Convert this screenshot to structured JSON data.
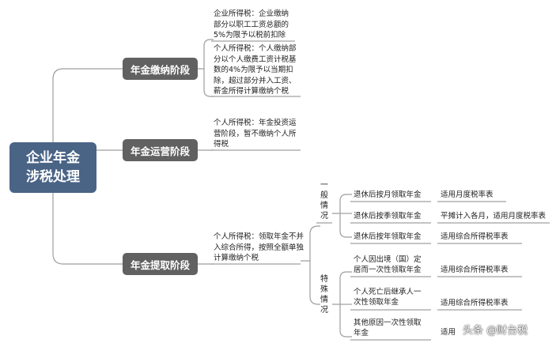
{
  "root": {
    "line1": "企业年金",
    "line2": "涉税处理"
  },
  "stages": [
    {
      "label": "年金缴纳阶段",
      "notes": [
        "企业所得税：企业缴纳\n部分以职工工资总额的\n5%为限予以税前扣除",
        "个人所得税：个人缴纳部\n分以个人缴费工资计税基\n数的4%为限予以当期扣\n除，超过部分并入工资、\n薪金所得计算缴纳个税"
      ]
    },
    {
      "label": "年金运营阶段",
      "notes": [
        "个人所得税：年金投资运\n营阶段，暂不缴纳个人所\n得税"
      ]
    },
    {
      "label": "年金提取阶段",
      "notes": [
        "个人所得税：领取年金不并\n入综合所得，按照全额单独\n计算缴纳个税"
      ]
    }
  ],
  "groups": {
    "general": {
      "label": "一般情况",
      "items": [
        {
          "case": "退休后按月领取年金",
          "tax": "适用月度税率表"
        },
        {
          "case": "退休后按季领取年金",
          "tax": "平摊计入各月，适用月度税率表"
        },
        {
          "case": "退休后按年领取年金",
          "tax": "适用综合所得税率表"
        }
      ]
    },
    "special": {
      "label": "特殊情况",
      "items": [
        {
          "case": "个人因出境（国）定\n居而一次性领取年金",
          "tax": "适用综合所得税率表"
        },
        {
          "case": "个人死亡后继承人一\n次性领取年金",
          "tax": "适用综合所得税率表"
        },
        {
          "case": "其他原因一次性领取\n年金",
          "tax": "适用"
        }
      ]
    }
  },
  "watermark": "头条 @财台税",
  "colors": {
    "root": "#4a6486",
    "stage": "#616161",
    "line": "#9e9e9e",
    "rule": "#8a8a8a"
  }
}
